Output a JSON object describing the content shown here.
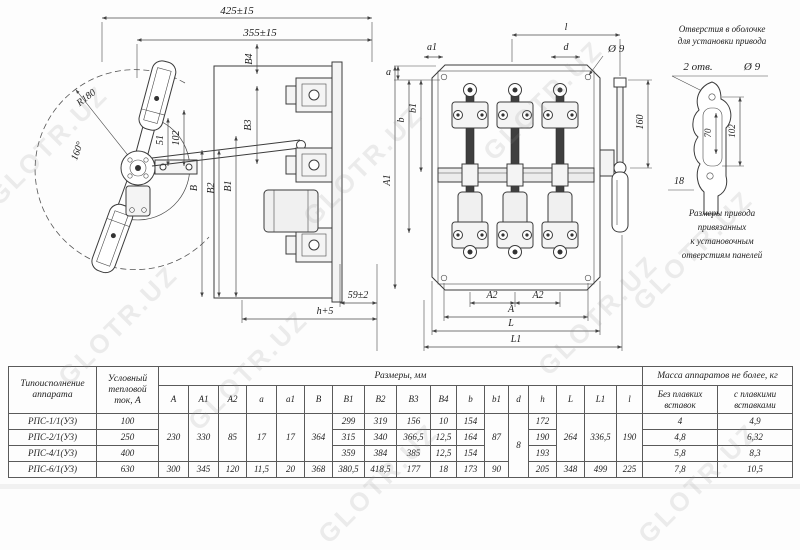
{
  "watermark": "GLOTR.UZ",
  "drawing": {
    "top_dims": {
      "overall": "425±15",
      "inner": "355±15"
    },
    "side_view": {
      "radius": "R180",
      "angle": "160°",
      "dim51": "51",
      "dim102": "102",
      "dimB": "В",
      "dimB1": "В1",
      "dimB2": "В2",
      "dimB3": "В3",
      "dimB4": "В4",
      "dim59": "59±2",
      "dimH5": "h+5"
    },
    "front_view": {
      "dim_l": "l",
      "dim_d": "d",
      "dim_a1": "а1",
      "hole_dia": "Ø 9",
      "dim_a": "а",
      "dim_b": "b",
      "dim_b1": "b1",
      "dim_A1": "А1",
      "dim_160": "160",
      "dim_A2_left": "А2",
      "dim_A2_right": "А2",
      "dim_A": "А",
      "dim_L": "L",
      "dim_L1": "L1"
    },
    "detail": {
      "title1": "Отверстия в оболочке",
      "title2": "для установки привода",
      "holes_note": "2 отв.",
      "holes_dia": "Ø 9",
      "dim70": "70",
      "dim102": "102",
      "dim18": "18",
      "caption1": "Размеры привода",
      "caption2": "привязанных",
      "caption3": "к установочным",
      "caption4": "отверстиям панелей"
    }
  },
  "table": {
    "header": {
      "type": "Типоисполнение аппарата",
      "current": "Условный тепловой ток, А",
      "dims_group": "Размеры, мм",
      "mass_group": "Масса аппаратов не более, кг",
      "mass_no_fuse": "Без плавких вставок",
      "mass_with_fuse": "с плавкими вставками",
      "dims": {
        "A": "А",
        "A1": "А1",
        "A2": "А2",
        "a": "а",
        "a1": "а1",
        "B": "В",
        "B1": "В1",
        "B2": "В2",
        "B3": "В3",
        "B4": "В4",
        "b": "b",
        "b1": "b1",
        "d": "d",
        "h": "h",
        "L": "L",
        "L1": "L1",
        "l": "l"
      }
    },
    "shared_123": {
      "A": "230",
      "A1": "330",
      "A2": "85",
      "a": "17",
      "a1": "17",
      "B": "364",
      "b1": "87",
      "L": "264",
      "L1": "336,5",
      "l": "190"
    },
    "shared_all": {
      "d": "8"
    },
    "rows": [
      {
        "type": "РПС-1/1(У3)",
        "current": "100",
        "B1": "299",
        "B2": "319",
        "B3": "156",
        "B4": "10",
        "b": "154",
        "h": "172",
        "mass_no_fuse": "4",
        "mass_with_fuse": "4,9"
      },
      {
        "type": "РПС-2/1(У3)",
        "current": "250",
        "B1": "315",
        "B2": "340",
        "B3": "366,5",
        "B4": "12,5",
        "b": "164",
        "h": "190",
        "mass_no_fuse": "4,8",
        "mass_with_fuse": "6,32"
      },
      {
        "type": "РПС-4/1(У3)",
        "current": "400",
        "B1": "359",
        "B2": "384",
        "B3": "385",
        "B4": "12,5",
        "b": "154",
        "h": "193",
        "mass_no_fuse": "5,8",
        "mass_with_fuse": "8,3"
      },
      {
        "type": "РПС-6/1(У3)",
        "current": "630",
        "A": "300",
        "A1": "345",
        "A2": "120",
        "a": "11,5",
        "a1": "20",
        "B": "368",
        "B1": "380,5",
        "B2": "418,5",
        "B3": "177",
        "B4": "18",
        "b": "173",
        "b1": "90",
        "h": "205",
        "L": "348",
        "L1": "499",
        "l": "225",
        "mass_no_fuse": "7,8",
        "mass_with_fuse": "10,5"
      }
    ]
  }
}
